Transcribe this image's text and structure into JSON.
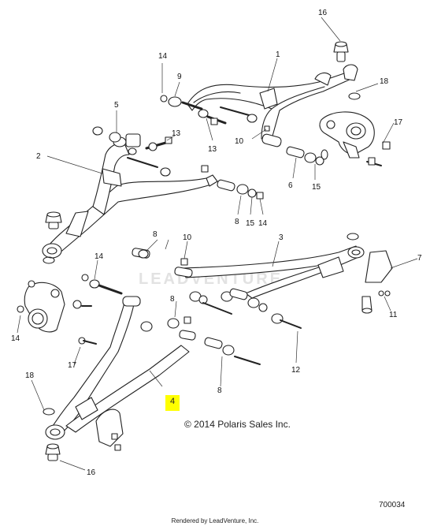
{
  "callouts": [
    {
      "id": "c16a",
      "label": "16"
    },
    {
      "id": "c14a",
      "label": "14"
    },
    {
      "id": "c1",
      "label": "1"
    },
    {
      "id": "c9",
      "label": "9"
    },
    {
      "id": "c18a",
      "label": "18"
    },
    {
      "id": "c5",
      "label": "5"
    },
    {
      "id": "c13a",
      "label": "13"
    },
    {
      "id": "c13b",
      "label": "13"
    },
    {
      "id": "c10a",
      "label": "10"
    },
    {
      "id": "c17a",
      "label": "17"
    },
    {
      "id": "c2",
      "label": "2"
    },
    {
      "id": "c6",
      "label": "6"
    },
    {
      "id": "c15a",
      "label": "15"
    },
    {
      "id": "c8a",
      "label": "8"
    },
    {
      "id": "c15b",
      "label": "15"
    },
    {
      "id": "c14b",
      "label": "14"
    },
    {
      "id": "c8b",
      "label": "8"
    },
    {
      "id": "c10b",
      "label": "10"
    },
    {
      "id": "c3",
      "label": "3"
    },
    {
      "id": "c7",
      "label": "7"
    },
    {
      "id": "c14c",
      "label": "14"
    },
    {
      "id": "c8c",
      "label": "8"
    },
    {
      "id": "c11",
      "label": "11"
    },
    {
      "id": "c14d",
      "label": "14"
    },
    {
      "id": "c17b",
      "label": "17"
    },
    {
      "id": "c12",
      "label": "12"
    },
    {
      "id": "c18b",
      "label": "18"
    },
    {
      "id": "c8d",
      "label": "8"
    },
    {
      "id": "c16b",
      "label": "16"
    }
  ],
  "highlight_label": "4",
  "highlight_color": "#ffff00",
  "copyright": "© 2014 Polaris Sales Inc.",
  "part_number": "700034",
  "rendered_by": "Rendered by LeadVenture, Inc.",
  "watermark": "LEADVENTURE"
}
